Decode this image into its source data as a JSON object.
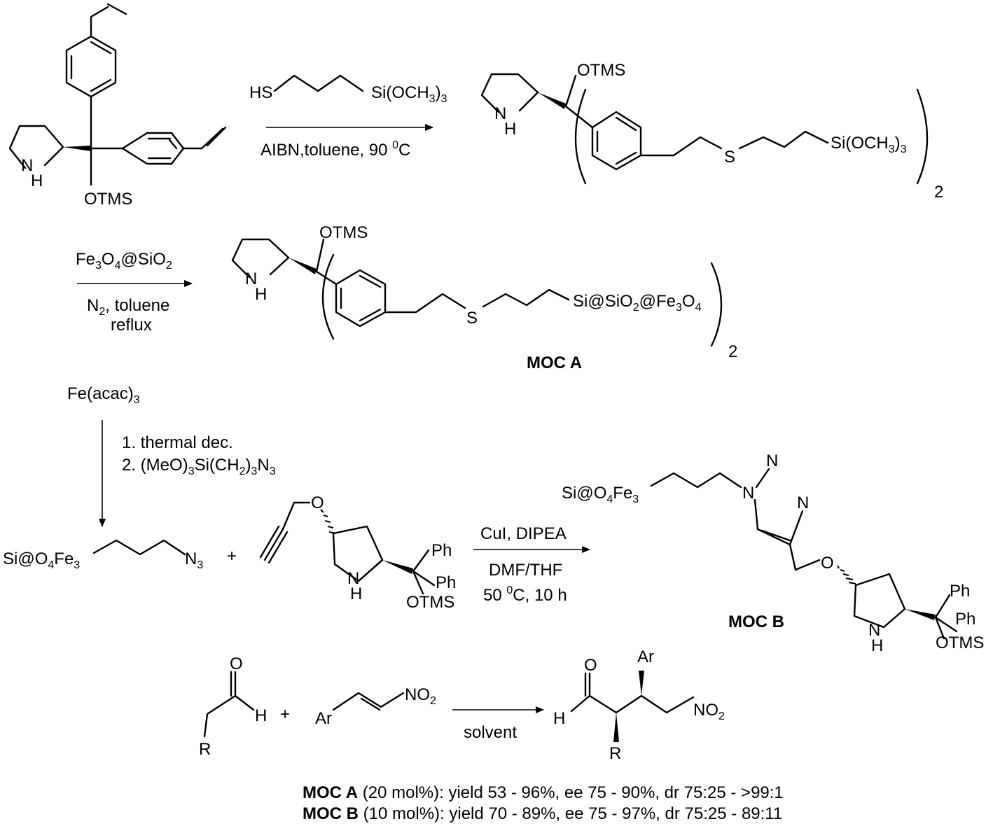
{
  "reaction1": {
    "reagent_hs": "HS",
    "reagent_si": "Si(OCH",
    "reagent_si_sub": "3",
    "reagent_si_end": ")",
    "reagent_si_sub2": "3",
    "conditions": "AIBN,toluene, 90 ",
    "cond_sup": "0",
    "cond_end": "C"
  },
  "start": {
    "nh": "NH",
    "h": "H",
    "n": "N",
    "otms": "OTMS"
  },
  "product1": {
    "otms": "OTMS",
    "n": "N",
    "h": "H",
    "s": "S",
    "si": "Si(OCH",
    "si_sub": "3",
    "si_end": ")",
    "si_sub2": "3",
    "mult": "2"
  },
  "reaction2": {
    "reagent_a": "Fe",
    "reagent_a_sub1": "3",
    "reagent_a_mid": "O",
    "reagent_a_sub2": "4",
    "reagent_a_end": "@SiO",
    "reagent_a_sub3": "2",
    "cond1": "N",
    "cond1_sub": "2",
    "cond1_end": ", toluene",
    "cond2": "reflux"
  },
  "moc_a": {
    "otms": "OTMS",
    "n": "N",
    "h": "H",
    "s": "S",
    "si": "Si@SiO",
    "si_sub1": "2",
    "si_mid": "@Fe",
    "si_sub2": "3",
    "si_mid2": "O",
    "si_sub3": "4",
    "mult": "2",
    "label": "MOC A"
  },
  "reaction3": {
    "reagent": "Fe(acac)",
    "reagent_sub": "3",
    "step1": "1. thermal dec.",
    "step2": "2. (MeO)",
    "step2_sub1": "3",
    "step2_mid": "Si(CH",
    "step2_sub2": "2",
    "step2_mid2": ")",
    "step2_sub3": "3",
    "step2_end": "N",
    "step2_sub4": "3"
  },
  "azide": {
    "si": "Si@O",
    "sub1": "4",
    "mid": "Fe",
    "sub2": "3",
    "n": "N",
    "n_sub": "3",
    "plus": "+"
  },
  "alkyne": {
    "o": "O",
    "ph1": "Ph",
    "ph2": "Ph",
    "n": "N",
    "h": "H",
    "otms": "OTMS"
  },
  "reaction4": {
    "cond1": "CuI, DIPEA",
    "cond2": "DMF/THF",
    "cond3": "50 ",
    "cond3_sup": "0",
    "cond3_end": "C, 10 h"
  },
  "moc_b": {
    "si": "Si@O",
    "sub1": "4",
    "mid": "Fe",
    "sub2": "3",
    "n1": "N",
    "n2": "N",
    "n3": "N",
    "o": "O",
    "ph1": "Ph",
    "ph2": "Ph",
    "n": "N",
    "h": "H",
    "otms": "OTMS",
    "label": "MOC B"
  },
  "michael": {
    "o1": "O",
    "h1": "H",
    "r1": "R",
    "plus": "+",
    "ar1": "Ar",
    "no2_a": "NO",
    "no2_a_sub": "2",
    "solvent": "solvent",
    "o2": "O",
    "h2": "H",
    "r2": "R",
    "ar2": "Ar",
    "no2_b": "NO",
    "no2_b_sub": "2"
  },
  "results": {
    "line1_bold": "MOC A",
    "line1_rest": " (20 mol%): yield 53 - 96%, ee 75 - 90%, dr 75:25 - >99:1",
    "line2_bold": "MOC B",
    "line2_rest": " (10 mol%): yield 70 - 89%, ee 75 - 97%, dr 75:25 - 89:11"
  }
}
